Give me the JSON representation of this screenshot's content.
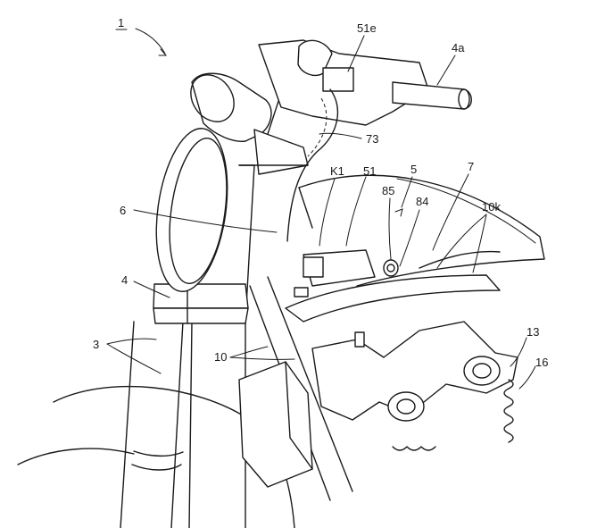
{
  "figure": {
    "main_ref": "1",
    "labels": {
      "ref_51e": "51e",
      "ref_4a": "4a",
      "ref_73": "73",
      "ref_K1": "K1",
      "ref_51": "51",
      "ref_5": "5",
      "ref_7": "7",
      "ref_85": "85",
      "ref_84": "84",
      "ref_10k": "10k",
      "ref_6": "6",
      "ref_4": "4",
      "ref_3": "3",
      "ref_10": "10",
      "ref_13": "13",
      "ref_16": "16"
    }
  }
}
